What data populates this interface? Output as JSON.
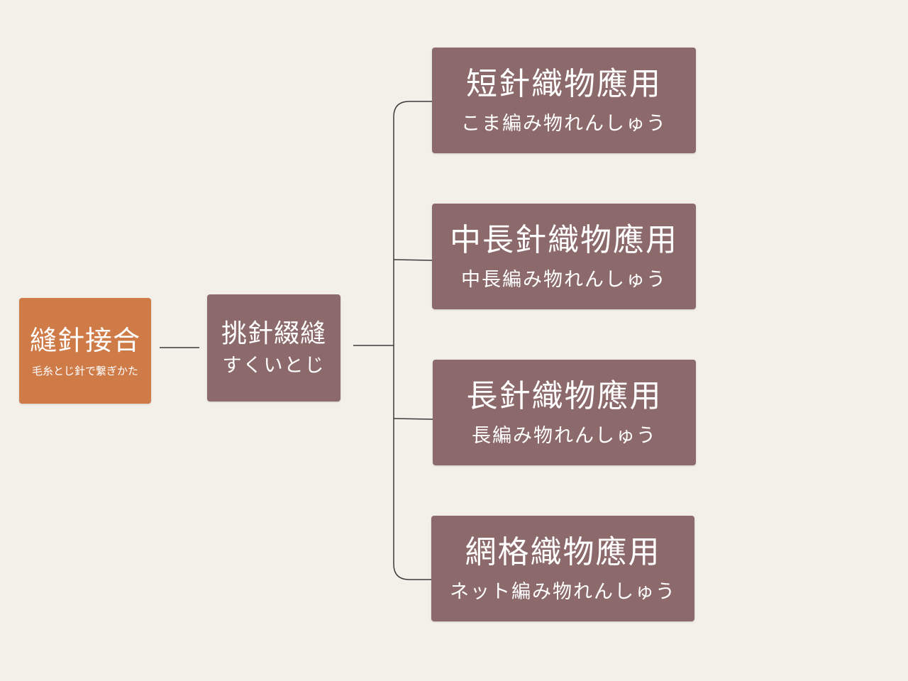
{
  "colors": {
    "background": "#f3f0ea",
    "root_box": "#cf7b48",
    "child_box": "#8c6a6b",
    "connector": "#3a3a3a",
    "text": "#ffffff"
  },
  "root": {
    "title": "縫針接合",
    "subtitle": "毛糸とじ針で繋ぎかた"
  },
  "middle": {
    "title": "挑針綴縫",
    "subtitle": "すくいとじ"
  },
  "leaves": [
    {
      "title": "短針織物應用",
      "subtitle": "こま編み物れんしゅう"
    },
    {
      "title": "中長針織物應用",
      "subtitle": "中長編み物れんしゅう"
    },
    {
      "title": "長針織物應用",
      "subtitle": "長編み物れんしゅう"
    },
    {
      "title": "網格織物應用",
      "subtitle": "ネット編み物れんしゅう"
    }
  ]
}
